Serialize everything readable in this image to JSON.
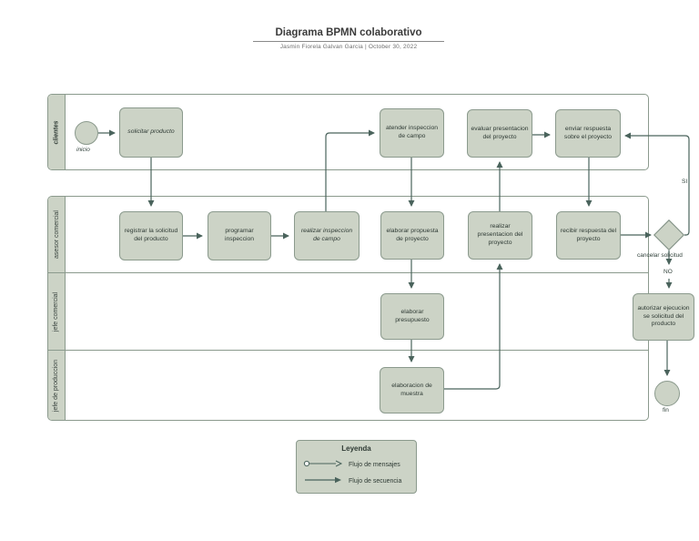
{
  "title": {
    "heading": "Diagrama BPMN colaborativo",
    "subtitle": "Jasmin Fiorela Galvan Garcia | October 30, 2022"
  },
  "lanes": {
    "clientes": "clientes",
    "asesor": "asesor comercial",
    "jefe_comercial": "jefe comercial",
    "jefe_produccion": "jefe de produccion"
  },
  "events": {
    "inicio": "inicio",
    "fin": "fin"
  },
  "tasks": {
    "solicitar": "solicitar producto",
    "atender": "atender inspeccion de campo",
    "evaluar": "evaluar presentacion del proyecto",
    "enviar": "enviar respuesta sobre el proyecto",
    "registrar": "registrar la solicitud del producto",
    "programar": "programar inspeccion",
    "realizar_inspeccion": "realizar inspeccion de campo",
    "elaborar_propuesta": "elaborar propuesta de proyecto",
    "realizar_presentacion": "realizar presentacion del proyecto",
    "recibir": "recibir respuesta del proyecto",
    "elaborar_presupuesto": "elaborar presupuesto",
    "autorizar": "autorizar ejecucion se solicitud del producto",
    "muestra": "elaboracion de muestra"
  },
  "gateway": {
    "label": "cancelar solicitud",
    "yes_label": "SI",
    "no_label": "NO"
  },
  "legend": {
    "title": "Leyenda",
    "items": [
      {
        "label": "Flujo de mensajes"
      },
      {
        "label": "Flujo de secuencia"
      }
    ]
  },
  "colors": {
    "shape_fill": "#ccd3c6",
    "shape_border": "#8b9a8d",
    "flow_line": "#4a635c"
  }
}
